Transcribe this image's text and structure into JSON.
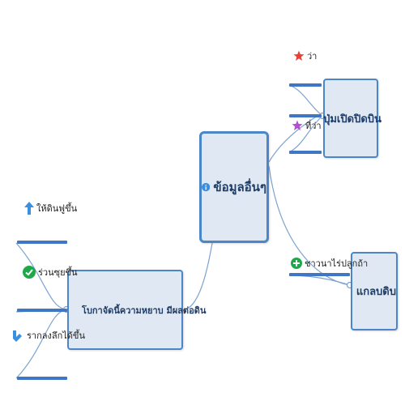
{
  "colors": {
    "line": "#4a86c8",
    "node_fill": "#dfe8f3",
    "flag_blue": "#3b8fe0",
    "flag_green": "#22b14c",
    "flag_orange": "#f5a623",
    "star_red": "#e8413a",
    "star_purple": "#b04fd0",
    "info_blue": "#3b8fe0",
    "check_green": "#1fa84a",
    "plus_green": "#1fa84a",
    "arrow_blue": "#3b8fe0"
  },
  "central": {
    "icon": "info-icon",
    "label": "ข้อมูลอื่นๆ"
  },
  "top_branch": {
    "icon": "flag-icon",
    "label": "ปุ่มเปิดปิดบิน",
    "children": [
      {
        "icon": "red-star-icon",
        "label": "ว่า"
      },
      {
        "icon": "purple-star-icon",
        "label": "ที่ว่า"
      },
      {
        "icon": "",
        "label": ""
      }
    ]
  },
  "right_branch": {
    "icon": "flag-icon",
    "label": "แกลบดิบ",
    "children": [
      {
        "icon": "plus-icon",
        "label": "ชาวนาไร่ปลูกถ้า"
      }
    ]
  },
  "left_branch": {
    "icon": "flag-icon",
    "label": "โบกาจัดนี้ความหยาบ มีผลต่อดิน",
    "children": [
      {
        "icon": "arrow-up-icon",
        "label": "ให้ดินฟูขึ้น"
      },
      {
        "icon": "check-icon",
        "label": "ร่วนซุยขึ้น"
      },
      {
        "icon": "arrow-down-icon",
        "label": "รากลงลึกได้ขึ้น"
      }
    ]
  }
}
